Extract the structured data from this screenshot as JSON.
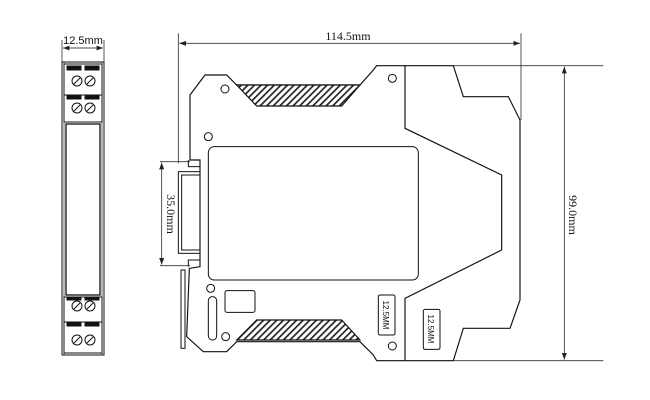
{
  "front_view": {
    "width_label": "12.5mm"
  },
  "side_view": {
    "length_label": "114.5mm",
    "height_label": "99.0mm",
    "rail_label": "35.0mm",
    "width_marks": [
      "12.5MM",
      "12.5MM"
    ]
  },
  "colors": {
    "line": "#111111",
    "dimension_line": "#333333",
    "text": "#111111"
  }
}
